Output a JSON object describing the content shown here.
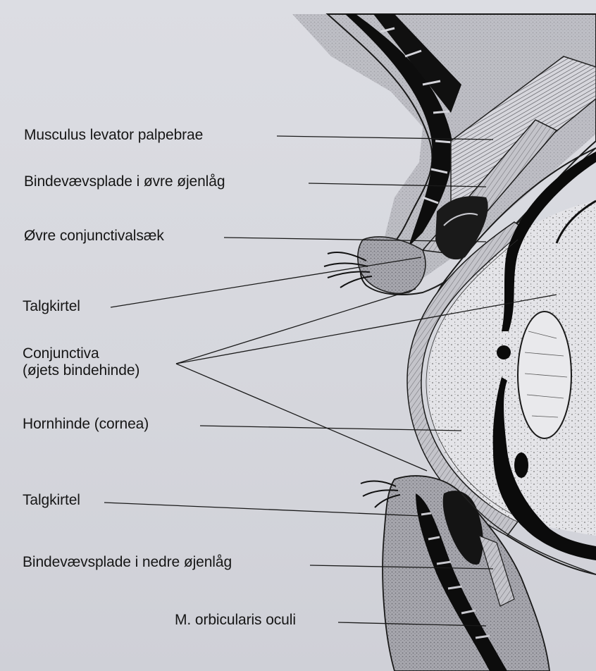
{
  "figure": {
    "labels": [
      {
        "id": "levator",
        "text": "Musculus levator palpebrae"
      },
      {
        "id": "upper-plate",
        "text": "Bindevævsplade i øvre øjenlåg"
      },
      {
        "id": "upper-sac",
        "text": "Øvre conjunctivalsæk"
      },
      {
        "id": "gland-upper",
        "text": "Talgkirtel"
      },
      {
        "id": "conjunctiva",
        "lines": [
          "Conjunctiva",
          "(øjets bindehinde)"
        ]
      },
      {
        "id": "cornea",
        "text": "Hornhinde (cornea)"
      },
      {
        "id": "gland-lower",
        "text": "Talgkirtel"
      },
      {
        "id": "lower-plate",
        "text": "Bindevævsplade i nedre øjenlåg"
      },
      {
        "id": "orbicularis",
        "text": "M. orbicularis oculi"
      }
    ],
    "colors": {
      "paper": "#d8d9df",
      "ink": "#161616",
      "muscle": "#0d0d0d",
      "tissue_shade": "#9a9aa2",
      "eyeball_fill": "#e6e6ea"
    }
  }
}
